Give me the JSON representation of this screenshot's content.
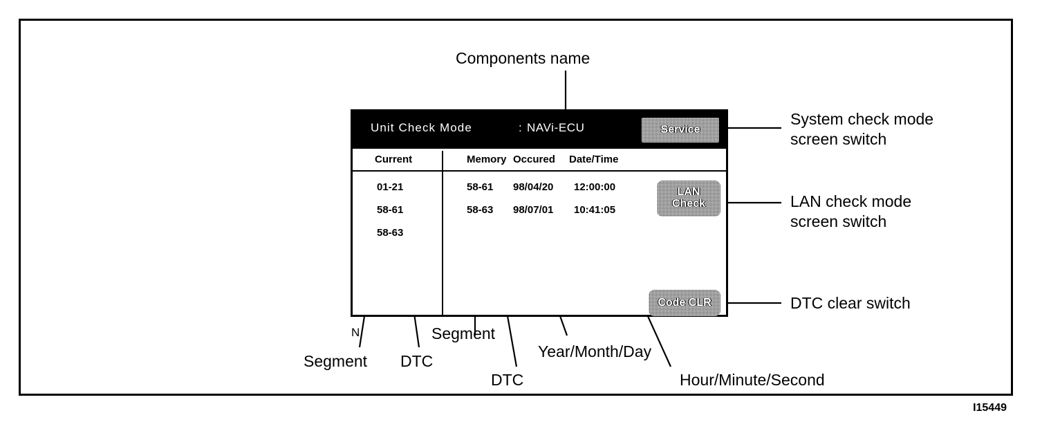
{
  "figure": {
    "id": "I15449"
  },
  "screen": {
    "titlebar": {
      "mode_label": "Unit  Check  Mode",
      "separator": ":",
      "unit_name": "NAVi-ECU",
      "service_button": "Service"
    },
    "table": {
      "headers": {
        "current": "Current",
        "memory": "Memory",
        "occured": "Occured",
        "datetime": "Date/Time"
      },
      "rows": [
        {
          "current": "01-21",
          "memory": "58-61",
          "date": "98/04/20",
          "time": "12:00:00"
        },
        {
          "current": "58-61",
          "memory": "58-63",
          "date": "98/07/01",
          "time": "10:41:05"
        },
        {
          "current": "58-63",
          "memory": "",
          "date": "",
          "time": ""
        }
      ]
    },
    "buttons": {
      "lan_check": "LAN\nCheck",
      "code_clr": "Code CLR"
    }
  },
  "annotations": {
    "components_name": "Components name",
    "system_check": "System check mode\nscreen switch",
    "lan_check": "LAN check mode\nscreen switch",
    "dtc_clear": "DTC clear switch",
    "segment_1": "Segment",
    "dtc_1": "DTC",
    "segment_2": "Segment",
    "dtc_2": "DTC",
    "year_month_day": "Year/Month/Day",
    "hour_minute_second": "Hour/Minute/Second",
    "n_marker": "N"
  },
  "colors": {
    "ink": "#000000",
    "paper": "#ffffff",
    "titlebar": "#000000",
    "button_fill": "#4a4a4a"
  }
}
